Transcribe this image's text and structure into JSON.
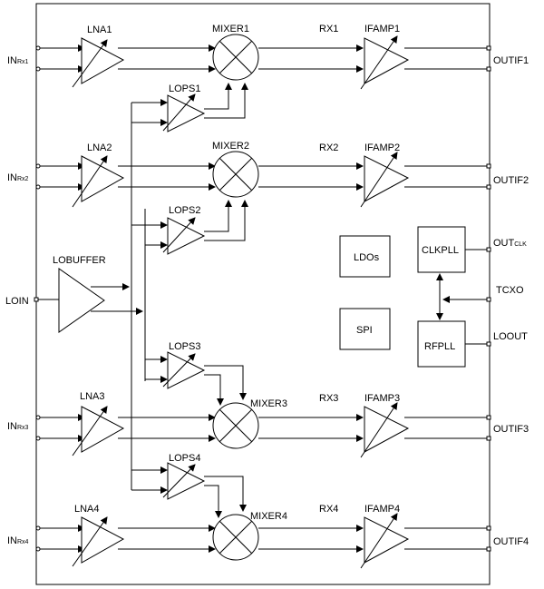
{
  "labels": {
    "lna1": "LNA1",
    "lna2": "LNA2",
    "lna3": "LNA3",
    "lna4": "LNA4",
    "mixer1": "MIXER1",
    "mixer2": "MIXER2",
    "mixer3": "MIXER3",
    "mixer4": "MIXER4",
    "rx1": "RX1",
    "rx2": "RX2",
    "rx3": "RX3",
    "rx4": "RX4",
    "ifamp1": "IFAMP1",
    "ifamp2": "IFAMP2",
    "ifamp3": "IFAMP3",
    "ifamp4": "IFAMP4",
    "lops1": "LOPS1",
    "lops2": "LOPS2",
    "lops3": "LOPS3",
    "lops4": "LOPS4",
    "lobuffer": "LOBUFFER",
    "ldos": "LDOs",
    "spi": "SPI",
    "clkpll": "CLKPLL",
    "rfpll": "RFPLL"
  },
  "pins": {
    "in_prefix": "IN",
    "in_rx1_sub": "Rx1",
    "in_rx2_sub": "Rx2",
    "in_rx3_sub": "Rx3",
    "in_rx4_sub": "Rx4",
    "loin": "LOIN",
    "outif1": "OUTIF1",
    "outif2": "OUTIF2",
    "outif3": "OUTIF3",
    "outif4": "OUTIF4",
    "out_prefix": "OUT",
    "outclk_sub": "CLK",
    "tcxo": "TCXO",
    "loout": "LOOUT"
  }
}
